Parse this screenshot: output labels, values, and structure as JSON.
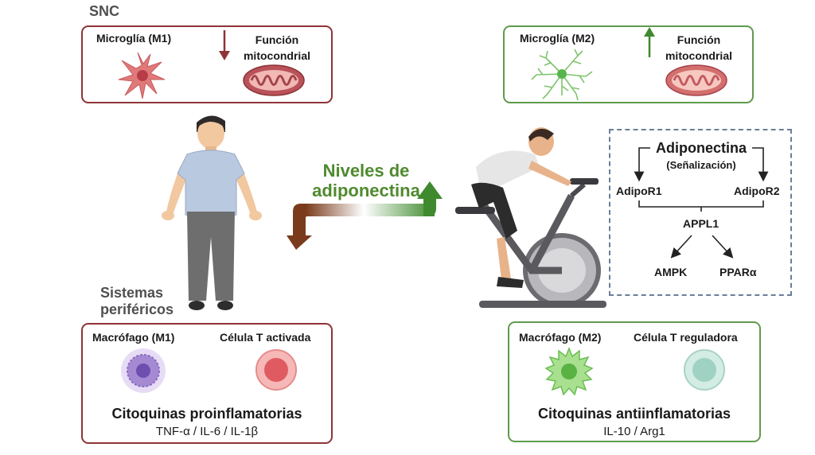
{
  "cns": {
    "section_label": "SNC",
    "left": {
      "cell": "Microglía (M1)",
      "function_line1": "Función",
      "function_line2": "mitocondrial"
    },
    "right": {
      "cell": "Microglía (M2)",
      "function_line1": "Función",
      "function_line2": "mitocondrial"
    }
  },
  "peripheral": {
    "section_line1": "Sistemas",
    "section_line2": "periféricos",
    "left": {
      "cell1": "Macrófago (M1)",
      "cell2": "Célula T activada",
      "cytokines_title": "Citoquinas proinflamatorias",
      "cytokines_list": "TNF-α / IL-6 / IL-1β"
    },
    "right": {
      "cell1": "Macrófago (M2)",
      "cell2": "Célula T reguladora",
      "cytokines_title": "Citoquinas antiinflamatorias",
      "cytokines_list": "IL-10 / Arg1"
    }
  },
  "adiponectin_levels": {
    "line1": "Niveles de",
    "line2": "adiponectina"
  },
  "signaling": {
    "title": "Adiponectina",
    "subtitle": "(Señalización)",
    "receptor1": "AdipoR1",
    "receptor2": "AdipoR2",
    "adaptor": "APPL1",
    "target1": "AMPK",
    "target2": "PPARα"
  },
  "colors": {
    "pro_inflammatory": "#8e3437",
    "anti_inflammatory": "#5f9b4e",
    "adiponectin_text": "#4f8a2e",
    "down_arrow": "#8a3a22",
    "up_arrow": "#3f8a2e",
    "dashed_border": "#6a7f99"
  }
}
